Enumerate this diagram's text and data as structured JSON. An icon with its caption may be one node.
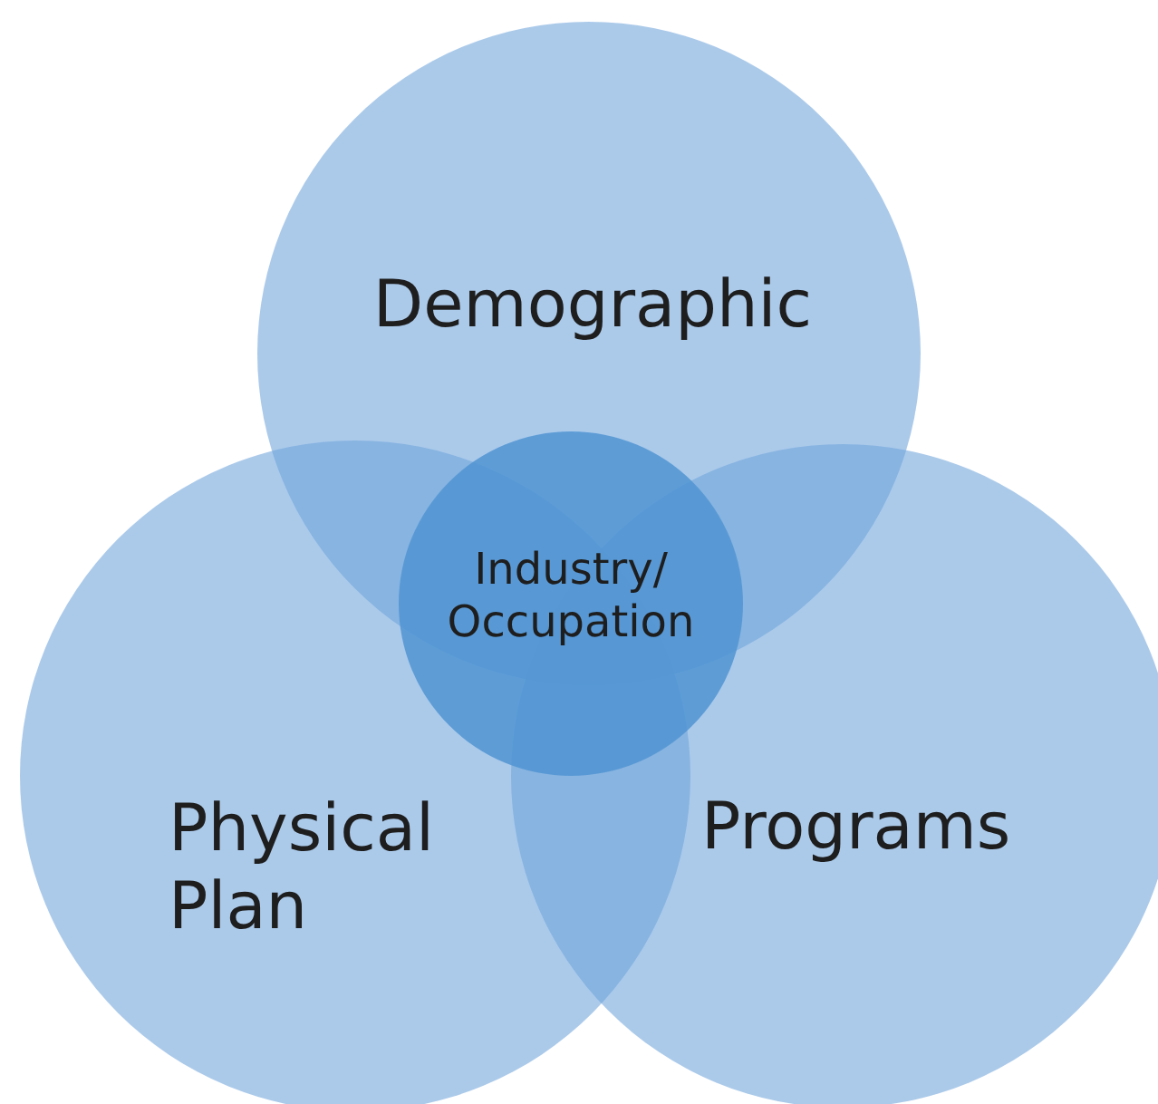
{
  "diagram": {
    "nodes": [
      {
        "text": [
          "Demographic"
        ]
      },
      {
        "text": [
          "Physical Plan"
        ]
      },
      {
        "text": [
          "Programs"
        ]
      },
      {
        "text": [
          "Industry/ Occupation"
        ]
      }
    ]
  }
}
